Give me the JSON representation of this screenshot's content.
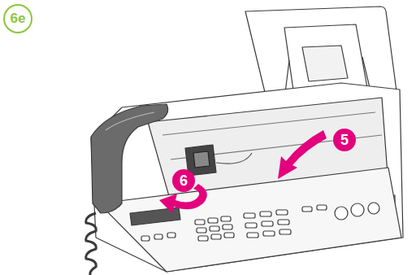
{
  "diagram": {
    "labels": [
      "6e",
      "5",
      "6"
    ]
  }
}
